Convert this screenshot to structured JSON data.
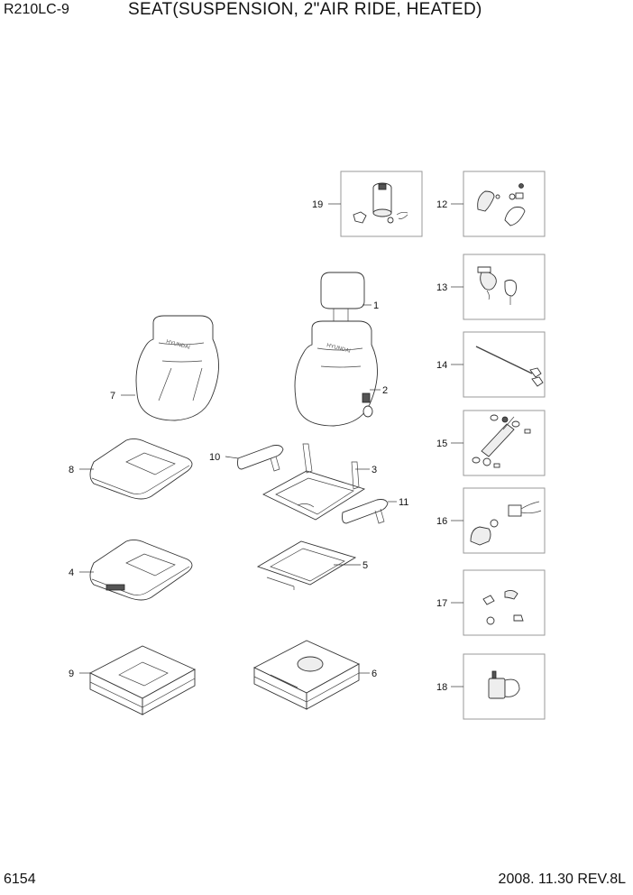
{
  "header": {
    "model": "R210LC-9",
    "title": "SEAT(SUSPENSION, 2\"AIR RIDE, HEATED)"
  },
  "footer": {
    "page": "6154",
    "date_rev": "2008. 11.30  REV.8L"
  },
  "brand_text": "HYUNDAI",
  "callouts": {
    "c1": "1",
    "c2": "2",
    "c3": "3",
    "c4": "4",
    "c5": "5",
    "c6": "6",
    "c7": "7",
    "c8": "8",
    "c9": "9",
    "c10": "10",
    "c11": "11",
    "c12": "12",
    "c13": "13",
    "c14": "14",
    "c15": "15",
    "c16": "16",
    "c17": "17",
    "c18": "18",
    "c19": "19"
  }
}
